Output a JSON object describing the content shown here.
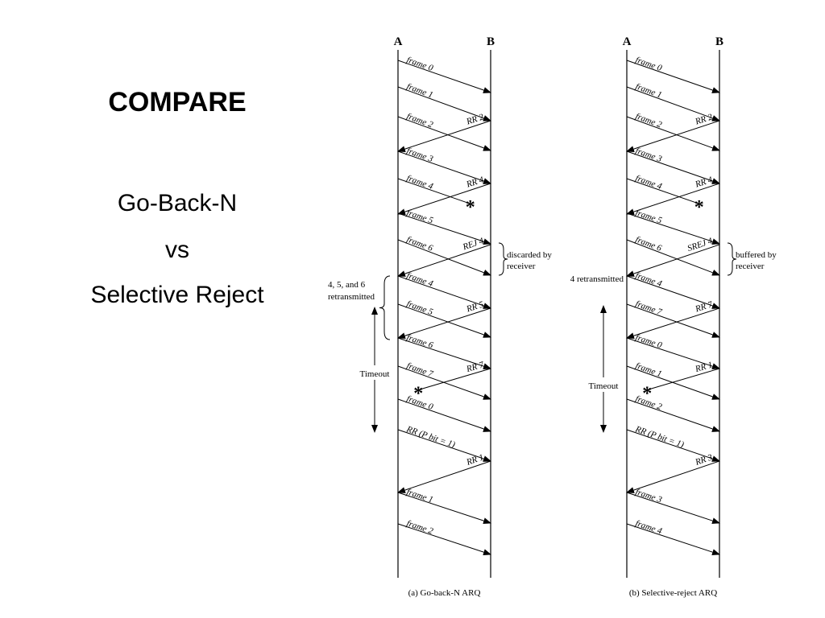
{
  "slide": {
    "title": "COMPARE",
    "subtitle_lines": [
      "Go-Back-N",
      "vs",
      "Selective Reject"
    ]
  },
  "diagrams": [
    {
      "id": "gbn",
      "caption": "(a) Go-back-N ARQ",
      "station_a": "A",
      "station_b": "B",
      "arrows": [
        {
          "dir": "AB",
          "t0": 75,
          "t1": 115,
          "label": "frame 0"
        },
        {
          "dir": "AB",
          "t0": 108,
          "t1": 150,
          "label": "frame 1"
        },
        {
          "dir": "AB",
          "t0": 145,
          "t1": 187,
          "label": "frame 2"
        },
        {
          "dir": "BA",
          "t0": 150,
          "t1": 188,
          "label": "RR 2"
        },
        {
          "dir": "AB",
          "t0": 188,
          "t1": 228,
          "label": "frame 3"
        },
        {
          "dir": "AB",
          "t0": 222,
          "t1": 262,
          "label": "frame 4",
          "lost": true,
          "lost_frac": 0.78
        },
        {
          "dir": "BA",
          "t0": 228,
          "t1": 266,
          "label": "RR 4"
        },
        {
          "dir": "AB",
          "t0": 265,
          "t1": 303,
          "label": "frame 5"
        },
        {
          "dir": "AB",
          "t0": 298,
          "t1": 342,
          "label": "frame 6"
        },
        {
          "dir": "BA",
          "t0": 304,
          "t1": 343,
          "label": "REJ 4"
        },
        {
          "dir": "AB",
          "t0": 343,
          "t1": 383,
          "label": "frame 4"
        },
        {
          "dir": "AB",
          "t0": 378,
          "t1": 419,
          "label": "frame 5"
        },
        {
          "dir": "BA",
          "t0": 383,
          "t1": 420,
          "label": "RR 5"
        },
        {
          "dir": "AB",
          "t0": 420,
          "t1": 458,
          "label": "frame 6"
        },
        {
          "dir": "AB",
          "t0": 455,
          "t1": 496,
          "label": "frame 7"
        },
        {
          "dir": "BA",
          "t0": 458,
          "t1": 492,
          "label": "RR 7",
          "lost": true,
          "lost_frac": 0.78
        },
        {
          "dir": "AB",
          "t0": 496,
          "t1": 536,
          "label": "frame 0"
        },
        {
          "dir": "AB",
          "t0": 534,
          "t1": 573,
          "label": "RR (P bit = 1)"
        },
        {
          "dir": "BA",
          "t0": 573,
          "t1": 612,
          "label": "RR 1"
        },
        {
          "dir": "AB",
          "t0": 612,
          "t1": 650,
          "label": "frame 1"
        },
        {
          "dir": "AB",
          "t0": 651,
          "t1": 689,
          "label": "frame 2"
        }
      ],
      "braces": [
        {
          "side": "right",
          "label_lines": [
            "discarded by",
            "receiver"
          ]
        },
        {
          "side": "left",
          "label_lines": [
            "4, 5, and 6",
            "retransmitted"
          ]
        }
      ],
      "timeout_label": "Timeout"
    },
    {
      "id": "srej",
      "caption": "(b) Selective-reject ARQ",
      "station_a": "A",
      "station_b": "B",
      "arrows": [
        {
          "dir": "AB",
          "t0": 75,
          "t1": 115,
          "label": "frame 0"
        },
        {
          "dir": "AB",
          "t0": 108,
          "t1": 150,
          "label": "frame 1"
        },
        {
          "dir": "AB",
          "t0": 145,
          "t1": 187,
          "label": "frame 2"
        },
        {
          "dir": "BA",
          "t0": 150,
          "t1": 188,
          "label": "RR 2"
        },
        {
          "dir": "AB",
          "t0": 188,
          "t1": 228,
          "label": "frame 3"
        },
        {
          "dir": "AB",
          "t0": 222,
          "t1": 262,
          "label": "frame 4",
          "lost": true,
          "lost_frac": 0.78
        },
        {
          "dir": "BA",
          "t0": 228,
          "t1": 266,
          "label": "RR 4"
        },
        {
          "dir": "AB",
          "t0": 265,
          "t1": 303,
          "label": "frame 5"
        },
        {
          "dir": "AB",
          "t0": 298,
          "t1": 342,
          "label": "frame 6"
        },
        {
          "dir": "BA",
          "t0": 304,
          "t1": 343,
          "label": "SREJ 4"
        },
        {
          "dir": "AB",
          "t0": 343,
          "t1": 383,
          "label": "frame 4"
        },
        {
          "dir": "AB",
          "t0": 378,
          "t1": 419,
          "label": "frame 7"
        },
        {
          "dir": "BA",
          "t0": 383,
          "t1": 420,
          "label": "RR 7"
        },
        {
          "dir": "AB",
          "t0": 420,
          "t1": 458,
          "label": "frame 0"
        },
        {
          "dir": "AB",
          "t0": 455,
          "t1": 496,
          "label": "frame 1"
        },
        {
          "dir": "BA",
          "t0": 458,
          "t1": 492,
          "label": "RR 1",
          "lost": true,
          "lost_frac": 0.78
        },
        {
          "dir": "AB",
          "t0": 496,
          "t1": 536,
          "label": "frame 2"
        },
        {
          "dir": "AB",
          "t0": 534,
          "t1": 573,
          "label": "RR (P bit = 1)"
        },
        {
          "dir": "BA",
          "t0": 573,
          "t1": 612,
          "label": "RR 3"
        },
        {
          "dir": "AB",
          "t0": 612,
          "t1": 650,
          "label": "frame 3"
        },
        {
          "dir": "AB",
          "t0": 651,
          "t1": 689,
          "label": "frame 4"
        }
      ],
      "braces": [
        {
          "side": "right",
          "label_lines": [
            "buffered by",
            "receiver"
          ]
        }
      ],
      "retransmit_note": "4 retransmitted",
      "timeout_label": "Timeout"
    }
  ]
}
